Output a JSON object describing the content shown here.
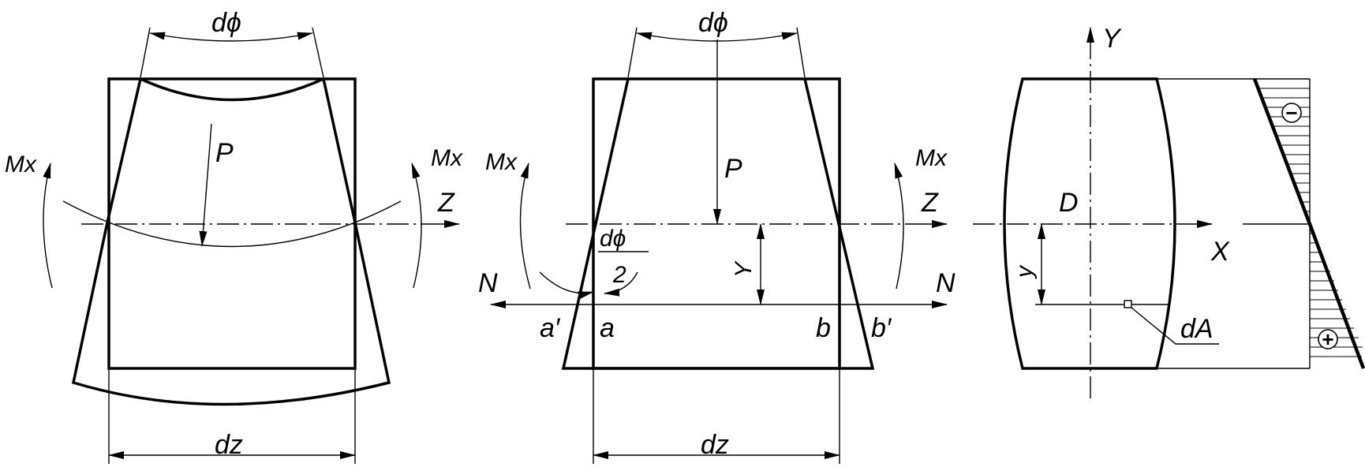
{
  "figures": {
    "left": {
      "label_dphi": "dϕ",
      "label_p": "P",
      "label_mx_left": "Mx",
      "label_mx_right": "Mx",
      "label_z": "Z",
      "label_dz": "dz"
    },
    "middle": {
      "label_dphi": "dϕ",
      "label_p": "P",
      "label_mx_left": "Mx",
      "label_mx_right": "Mx",
      "label_z": "Z",
      "label_half_num": "dϕ",
      "label_half_den": "2",
      "label_y": "Y",
      "label_n_left": "N",
      "label_n_right": "N",
      "label_a_prime": "a′",
      "label_a": "a",
      "label_b": "b",
      "label_b_prime": "b′",
      "label_dz": "dz"
    },
    "right": {
      "label_y_axis": "Y",
      "label_x_axis": "X",
      "label_d": "D",
      "label_y": "y",
      "label_da": "dA",
      "label_minus": "−",
      "label_plus": "+"
    }
  }
}
